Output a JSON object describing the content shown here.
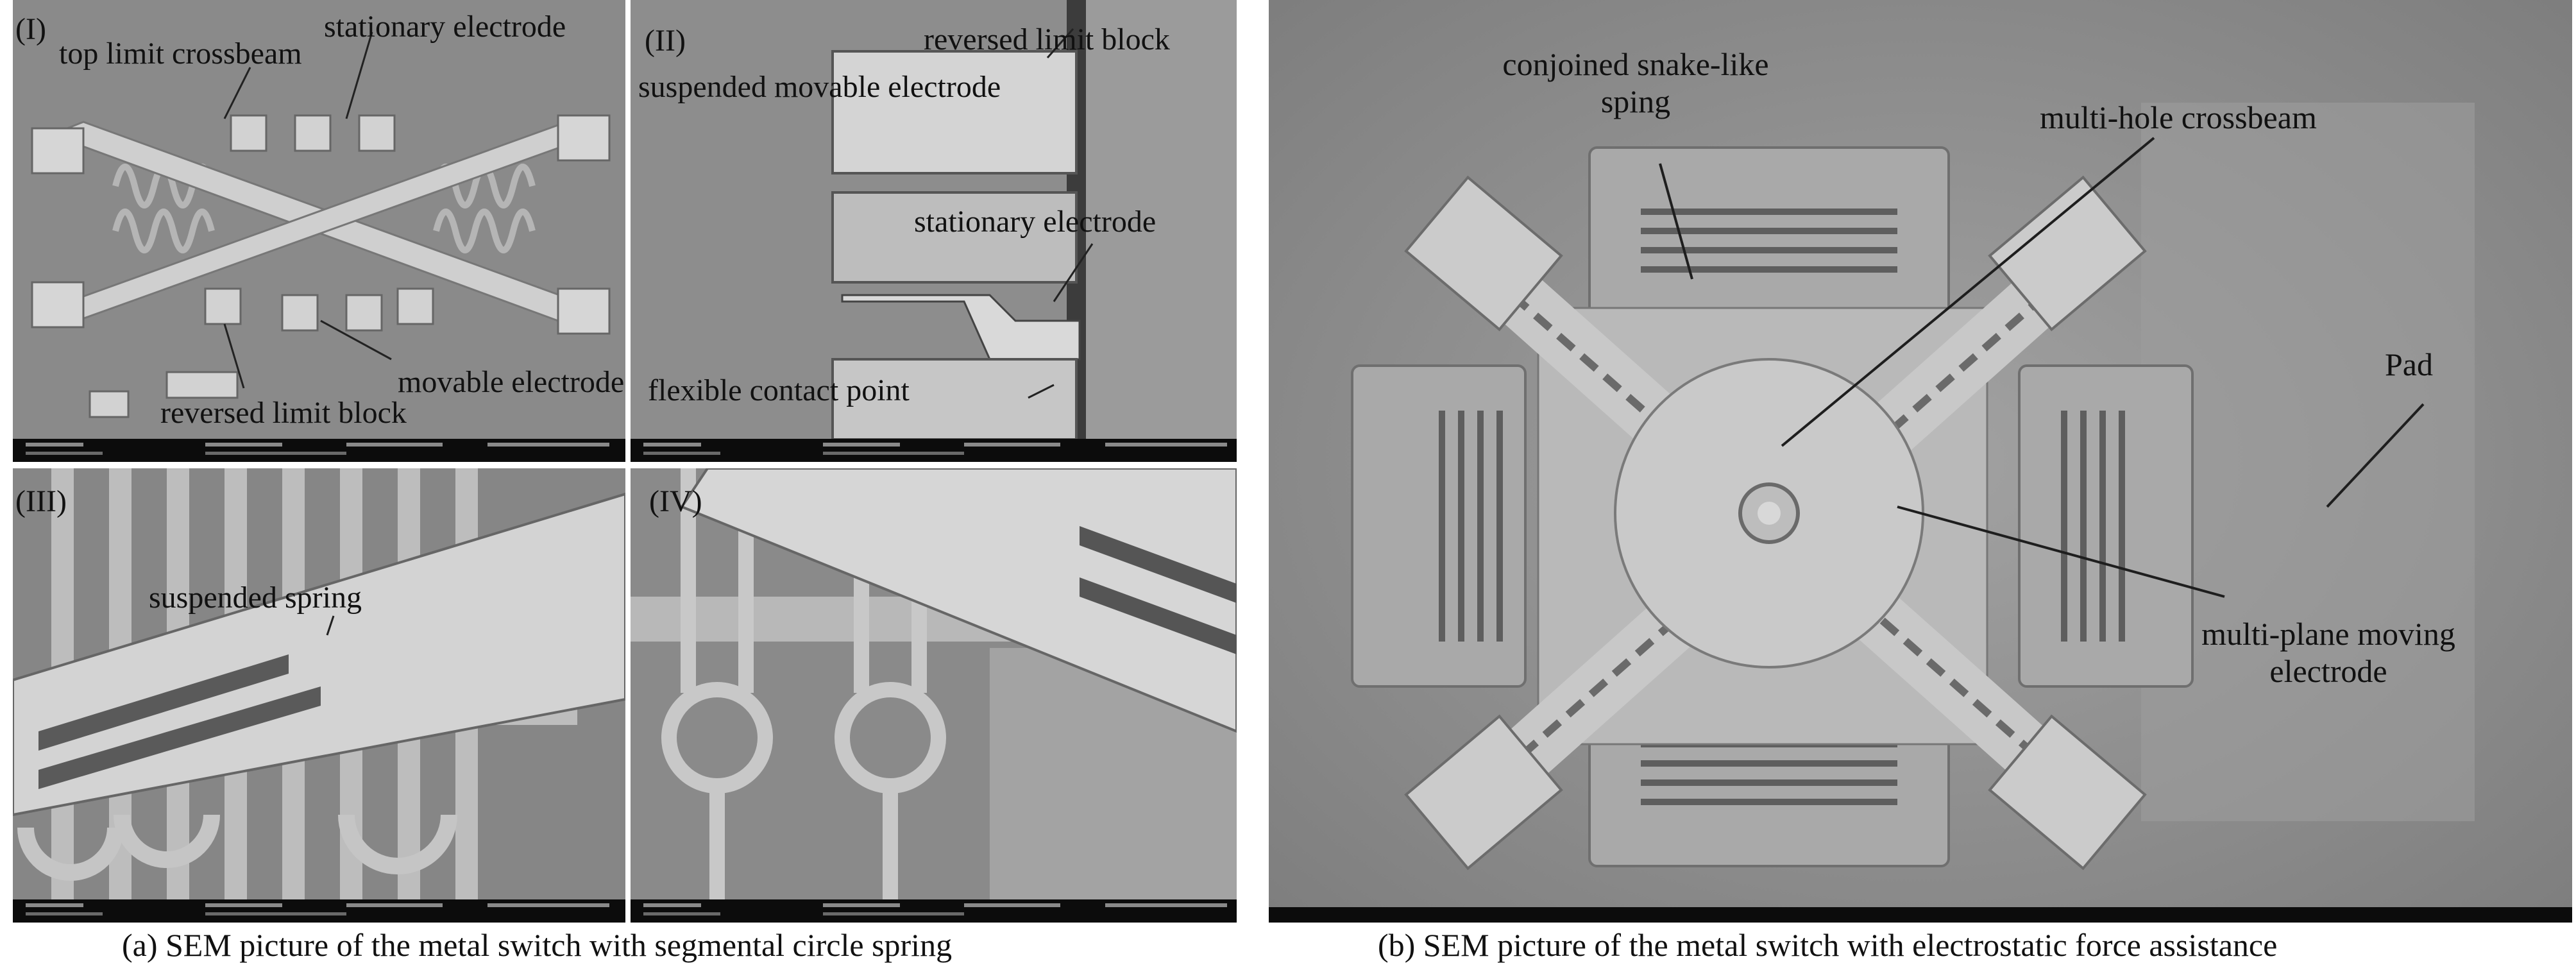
{
  "figure": {
    "panel_a": {
      "sub_I": {
        "tag": "(I)",
        "labels": {
          "top_limit_crossbeam": "top limit crossbeam",
          "stationary_electrode": "stationary electrode",
          "movable_electrode": "movable electrode",
          "reversed_limit_block": "reversed limit block"
        }
      },
      "sub_II": {
        "tag": "(II)",
        "labels": {
          "reversed_limit_block": "reversed limit block",
          "suspended_movable_electrode": "suspended movable electrode",
          "stationary_electrode": "stationary electrode",
          "flexible_contact_point": "flexible contact point"
        }
      },
      "sub_III": {
        "tag": "(III)",
        "labels": {
          "suspended_spring": "suspended spring"
        }
      },
      "sub_IV": {
        "tag": "(IV)"
      },
      "caption": "(a) SEM picture of the metal switch with segmental circle spring"
    },
    "panel_b": {
      "labels": {
        "conjoined_spring_line1": "conjoined snake-like",
        "conjoined_spring_line2": "sping",
        "multi_hole_crossbeam": "multi-hole crossbeam",
        "pad": "Pad",
        "moving_electrode_line1": "multi-plane moving",
        "moving_electrode_line2": "electrode"
      },
      "caption": "(b) SEM picture of the metal switch with electrostatic force assistance"
    },
    "colors": {
      "sem_bg": "#8e8e8e",
      "sem_structure": "#c9c9c9",
      "info_bar": "#0c0c0c"
    }
  }
}
